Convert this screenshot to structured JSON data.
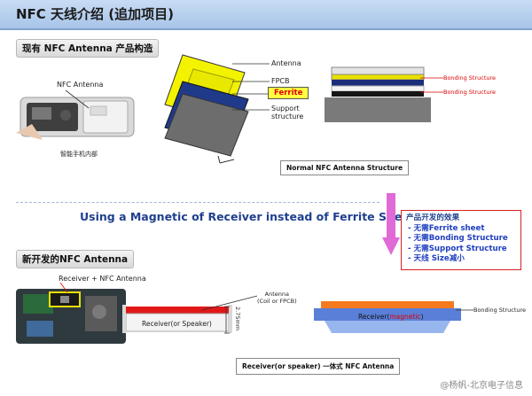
{
  "title": "NFC 天线介绍 (追加项目)",
  "section1": {
    "label": "现有 NFC Antenna 产品构造",
    "photo_label": "NFC Antenna",
    "photo_caption": "智能手机内部",
    "layers": {
      "antenna": "Antenna",
      "fpcb": "FPCB",
      "ferrite": "Ferrite",
      "support": "Support\nstructure"
    },
    "bonding1": "Bonding Structure",
    "bonding2": "Bonding Structure",
    "box_caption": "Normal NFC Antenna Structure"
  },
  "band_text": "Using a Magnetic of Receiver instead of Ferrite Sheet",
  "effects": {
    "title": "产品开发的效果",
    "items": [
      "- 无需Ferrite sheet",
      "- 无需Bonding Structure",
      "- 无需Support Structure",
      "- 天线 Size减小"
    ]
  },
  "section2": {
    "label": "新开发的NFC Antenna",
    "photo_label": "Receiver + NFC Antenna",
    "antenna_label": "Antenna\n(Coil or FPCB)",
    "receiver1": "Receiver(or Speaker)",
    "dimension": "2.75mm",
    "receiver2_prefix": "Receiver(",
    "receiver2_magnetic": "magnetic",
    "receiver2_suffix": ")",
    "bonding": "Bonding Structure",
    "box_caption": "Receiver(or speaker) 一体式 NFC Antenna"
  },
  "watermark": "@杨帆-北京电子信息",
  "colors": {
    "title_bg": "#a8c4e8",
    "accent_blue": "#1f3f8f",
    "red": "#d62020",
    "arrow": "#e06ad6"
  }
}
